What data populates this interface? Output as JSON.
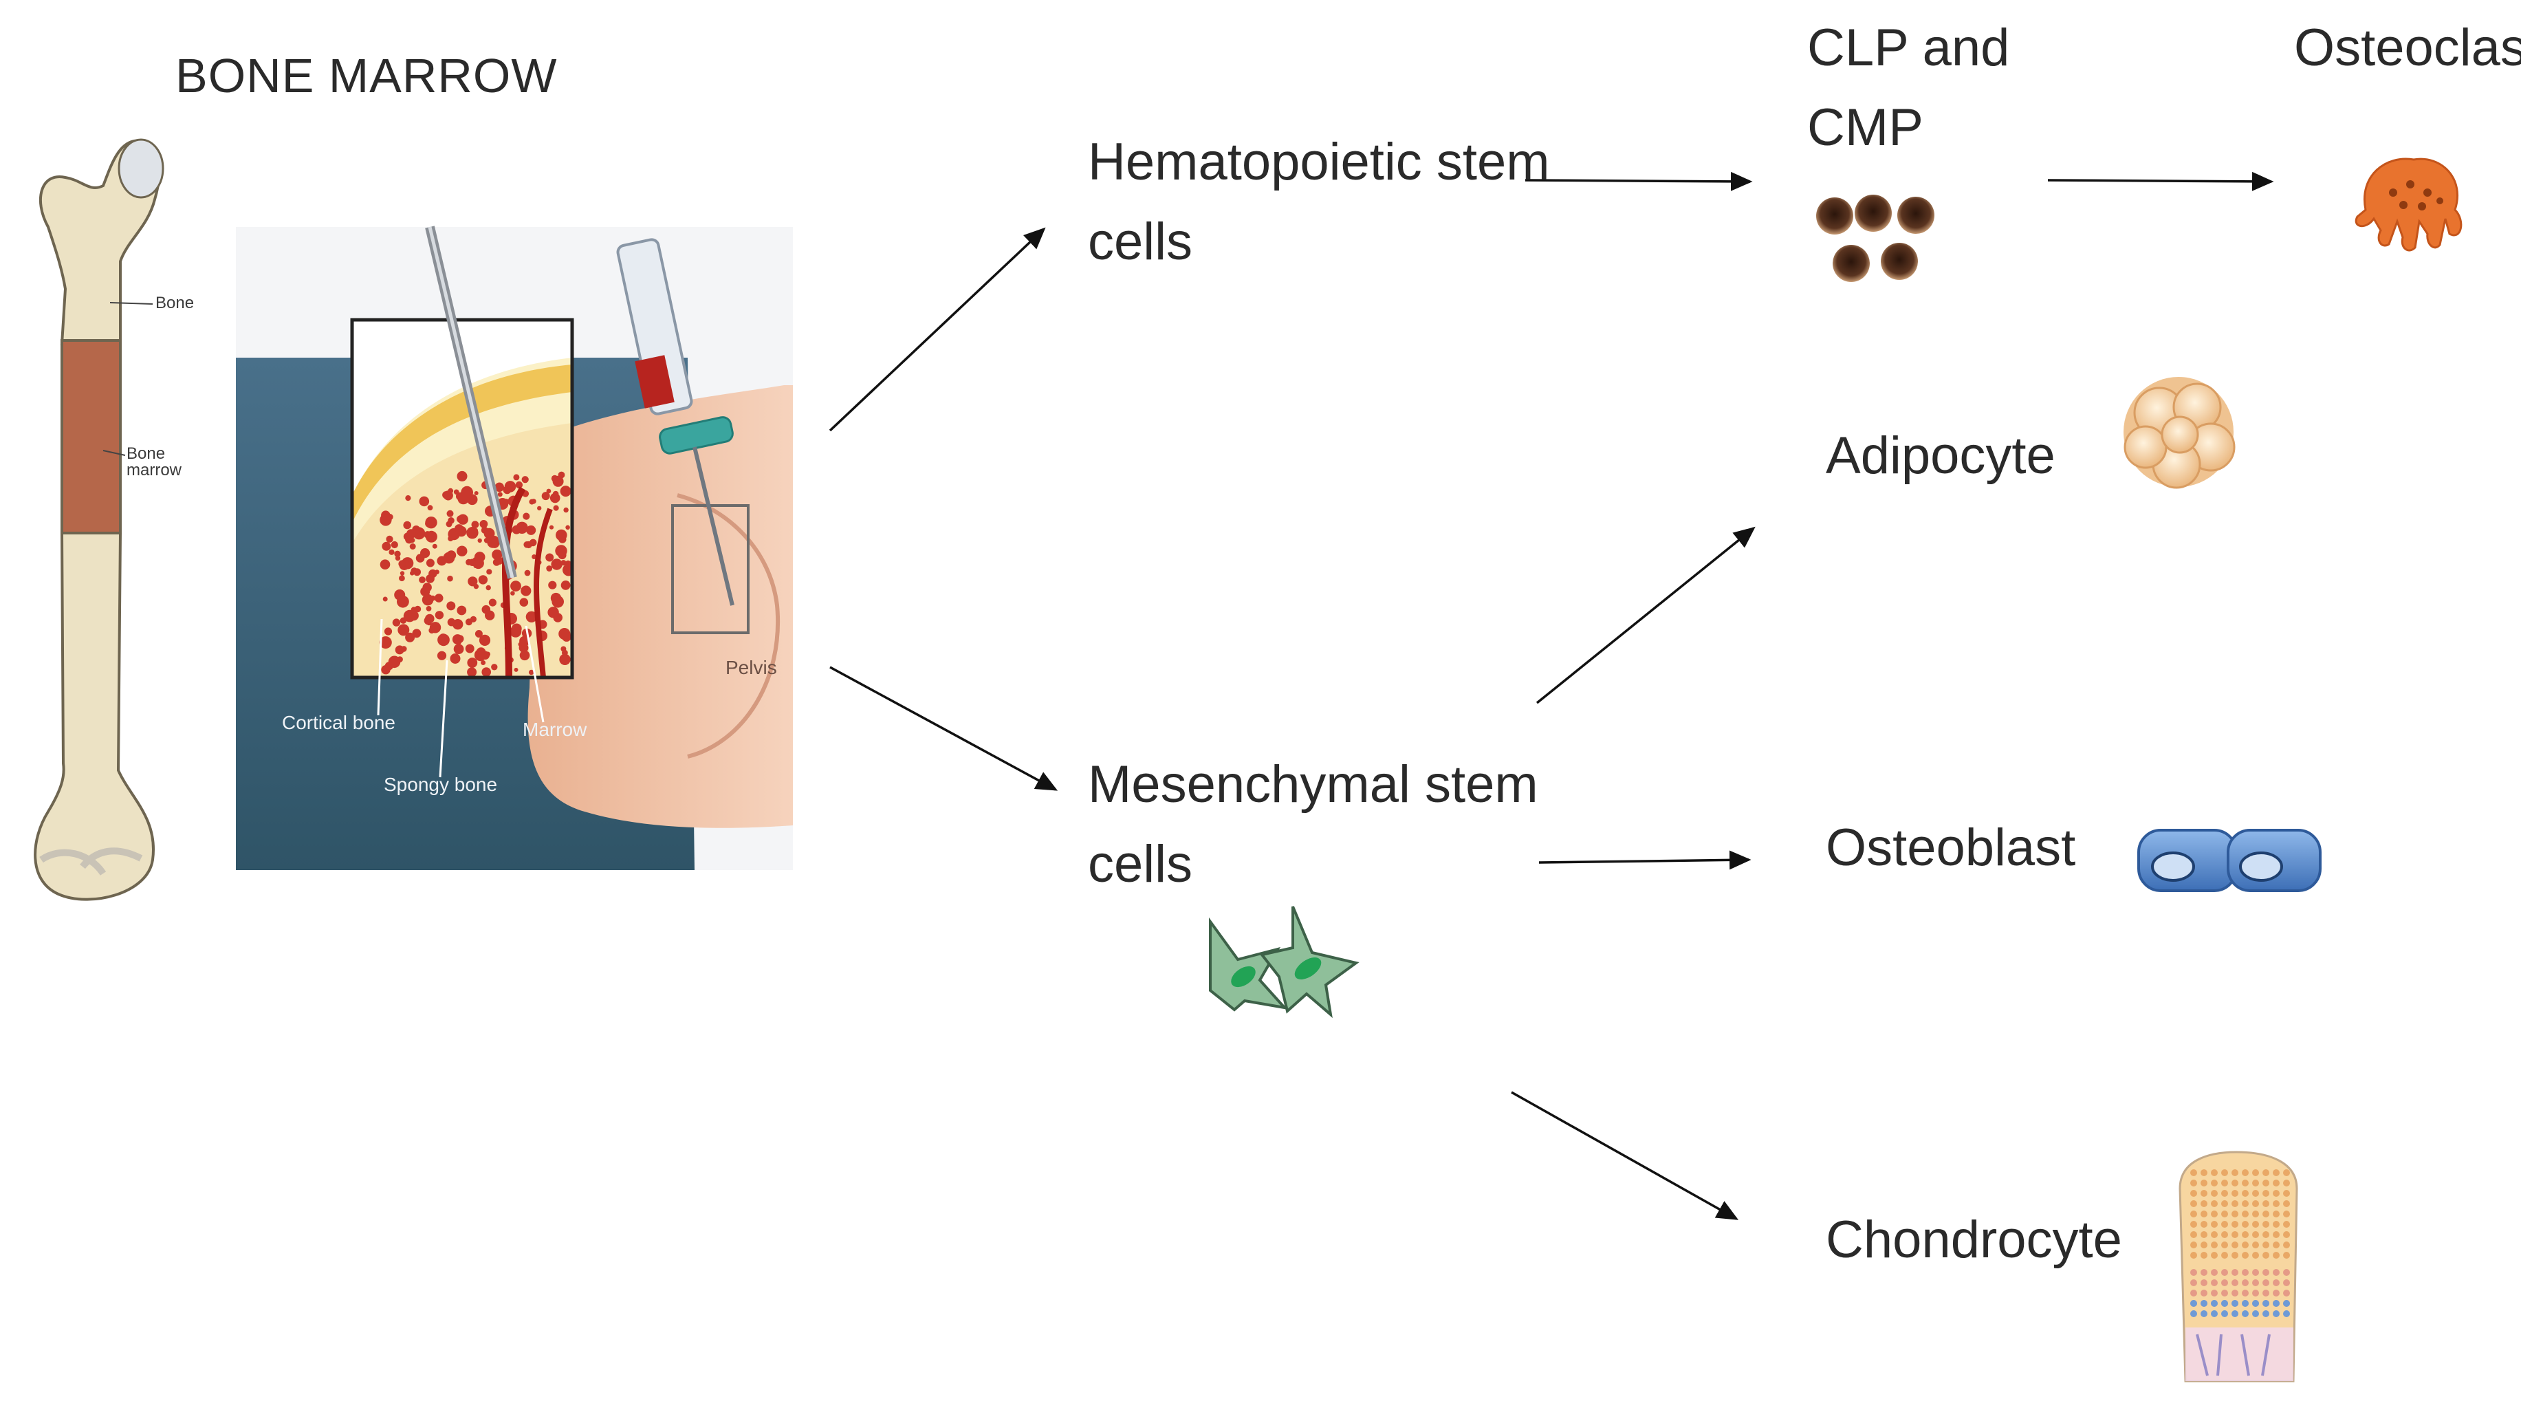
{
  "title": "BONE MARROW",
  "bone_labels": {
    "bone": "Bone",
    "marrow": "Bone marrow"
  },
  "aspiration_labels": {
    "cortical": "Cortical bone",
    "spongy": "Spongy bone",
    "marrow": "Marrow",
    "pelvis": "Pelvis"
  },
  "nodes": {
    "hsc": {
      "line1": "Hematopoietic stem",
      "line2": "cells"
    },
    "msc": {
      "line1": "Mesenchymal stem",
      "line2": "cells"
    },
    "clp": {
      "line1": "CLP and",
      "line2": "CMP"
    },
    "osteoclast": "Osteoclast",
    "adipocyte": "Adipocyte",
    "osteoblast": "Osteoblast",
    "chondrocyte": "Chondrocyte"
  },
  "colors": {
    "bone": "#ece2c4",
    "marrow": "#b5674a",
    "drape": "#3f6678",
    "skin": "#f1c3a6",
    "blood": "#c6261f",
    "osteoclast": "#e8732e",
    "osteoblast": "#4f83cc",
    "msc": "#8fbf9a"
  },
  "icons": [
    "bone-illustration",
    "marrow-aspiration-illustration",
    "progenitor-cells-icon",
    "osteoclast-icon",
    "adipocyte-icon",
    "osteoblast-icon",
    "msc-icon",
    "chondrocyte-icon"
  ]
}
